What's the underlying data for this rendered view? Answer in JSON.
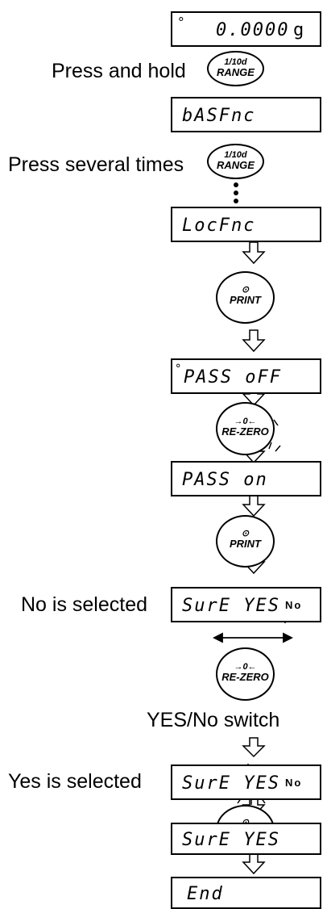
{
  "displays": {
    "d1": {
      "indicator": "°",
      "text": "0.0000",
      "unit": "g"
    },
    "d2": {
      "text": "bASFnc"
    },
    "d3": {
      "text": "LocFnc"
    },
    "d4": {
      "indicator": "°",
      "text": "PASS oFF"
    },
    "d5": {
      "text": "PASS on"
    },
    "d6": {
      "text": "SurE YES",
      "tag": "No"
    },
    "d7": {
      "text": "SurE YES",
      "tag": "No"
    },
    "d8": {
      "text": "SurE YES"
    },
    "d9": {
      "text": "End"
    }
  },
  "labels": {
    "press_hold": "Press and hold",
    "press_several": "Press several times",
    "no_selected": "No is selected",
    "yes_no_switch": "YES/No switch",
    "yes_selected": "Yes is selected"
  },
  "keys": {
    "range": {
      "top": "1/10d",
      "main": "RANGE"
    },
    "print": {
      "top": "⊙",
      "main": "PRINT"
    },
    "rezero": {
      "top": "→0←",
      "main": "RE-ZERO"
    }
  }
}
